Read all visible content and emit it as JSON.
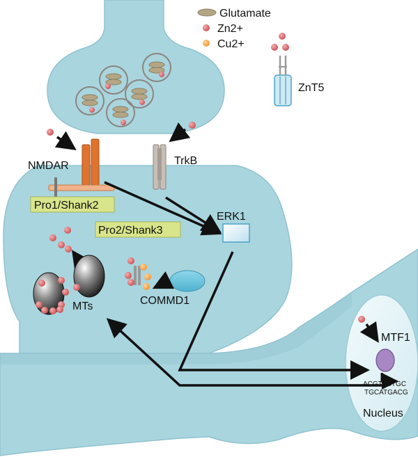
{
  "legend": {
    "glutamate": "Glutamate",
    "zinc": "Zn2+",
    "copper": "Cu2+"
  },
  "labels": {
    "znt5": "ZnT5",
    "nmdar": "NMDAR",
    "trkb": "TrkB",
    "erk1": "ERK1",
    "pro1_shank2": "Pro1/Shank2",
    "pro2_shank3": "Pro2/Shank3",
    "mts": "MTs",
    "commd1": "COMMD1",
    "mtf1": "MTF1",
    "dna_top": "ACGTACTGC",
    "dna_bottom": "TGCATGACG",
    "nucleus": "Nucleus"
  },
  "colors": {
    "cell": "#a9d5de",
    "cell_dark": "#8fc3cf",
    "zinc": "#d9666a",
    "copper": "#f2a24c",
    "nmdar": "#e0742e",
    "trkb": "#bdb5ad",
    "label_box": "#d8e58a",
    "mtf1": "#a887c4",
    "nucleus": "#e6f4f8"
  }
}
